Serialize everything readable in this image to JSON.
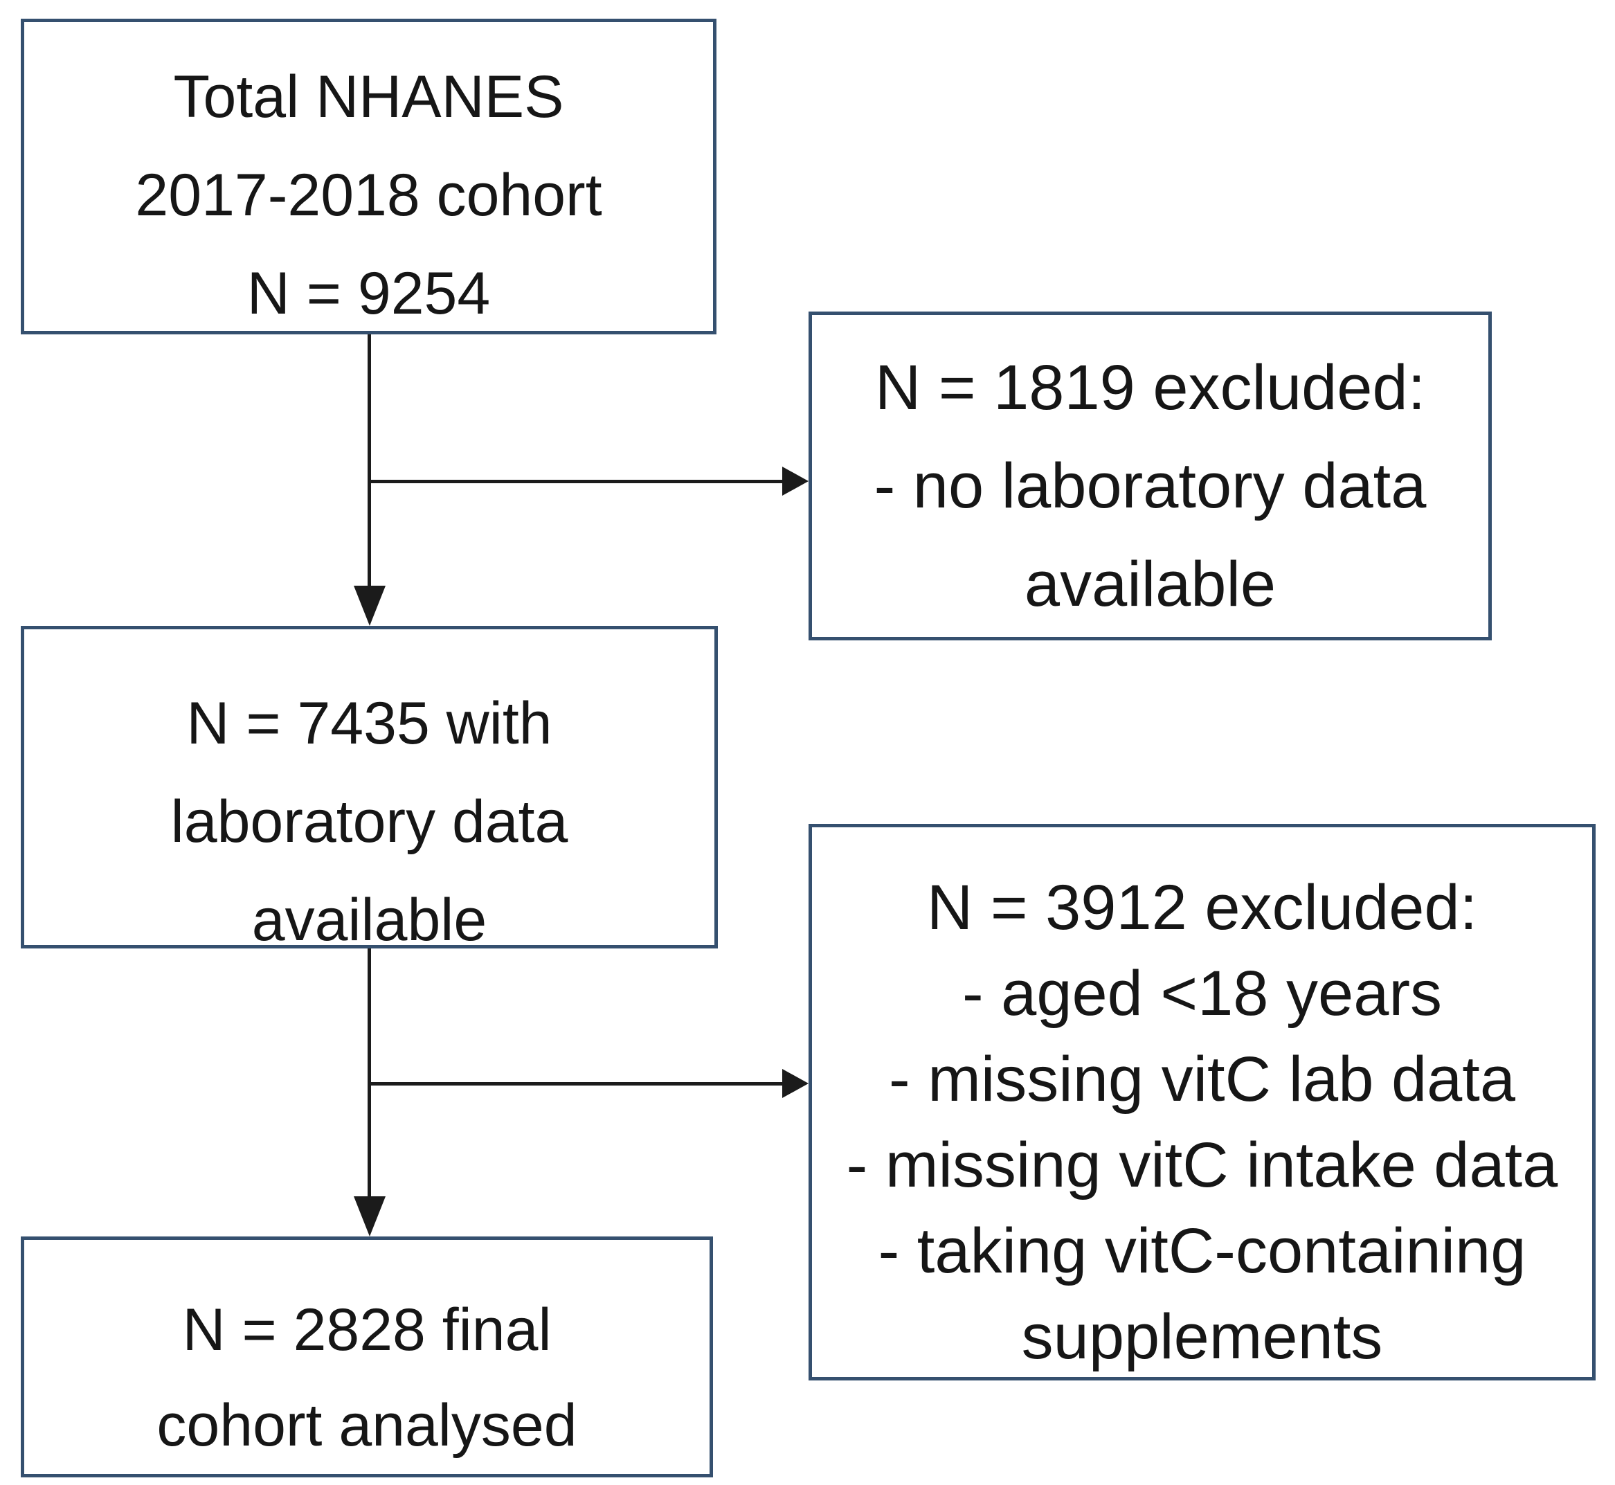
{
  "figure": {
    "type": "flowchart",
    "description": "Study cohort selection flow diagram",
    "colors": {
      "box_border": "#35506f",
      "connector": "#1b1b1b",
      "text": "#161616",
      "background": "#ffffff"
    }
  },
  "boxes": {
    "total": {
      "lines": [
        "Total NHANES",
        "2017-2018 cohort",
        "N = 9254"
      ]
    },
    "excluded1": {
      "lines": [
        "N = 1819 excluded:",
        "- no laboratory data",
        "available"
      ]
    },
    "withlab": {
      "lines": [
        "N = 7435 with",
        "laboratory data",
        "available"
      ]
    },
    "excluded2": {
      "lines": [
        "N = 3912 excluded:",
        "- aged <18 years",
        "- missing vitC lab data",
        "- missing vitC intake data",
        "- taking vitC-containing",
        "supplements"
      ]
    },
    "final": {
      "lines": [
        "N = 2828 final",
        "cohort analysed"
      ]
    }
  }
}
